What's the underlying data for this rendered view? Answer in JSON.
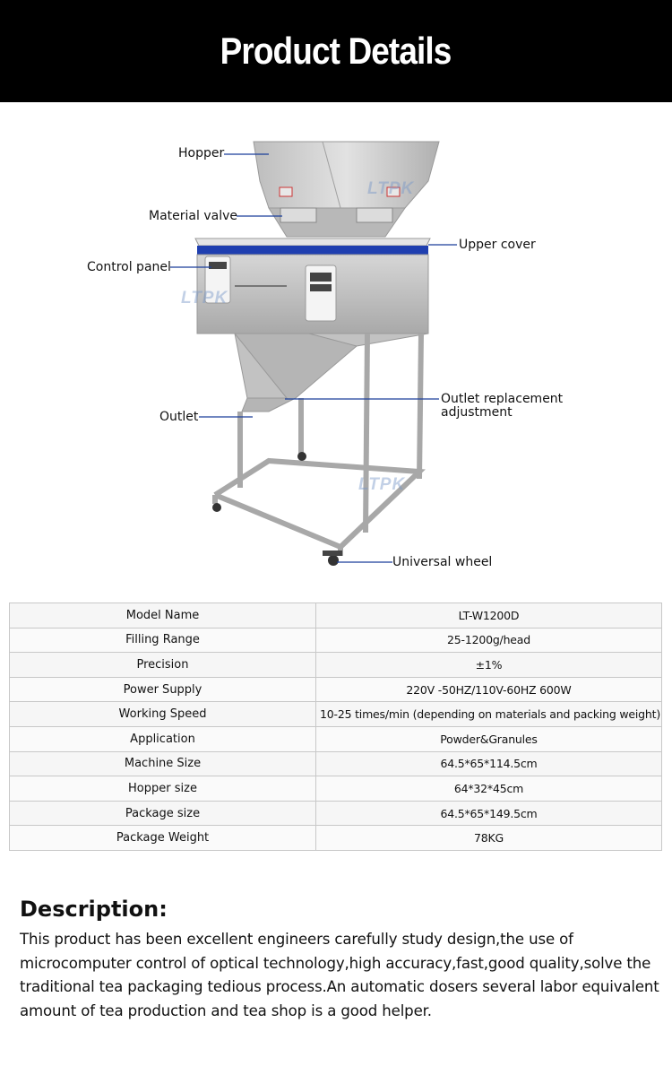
{
  "header": {
    "title": "Product Details"
  },
  "figure": {
    "watermark": "LTPK",
    "callouts": {
      "hopper": "Hopper",
      "material_valve": "Material valve",
      "control_panel": "Control panel",
      "outlet": "Outlet",
      "upper_cover": "Upper cover",
      "outlet_adjust_line1": "Outlet replacement",
      "outlet_adjust_line2": "adjustment",
      "universal_wheel": "Universal wheel"
    },
    "colors": {
      "callout_line": "#1b3f9a",
      "machine_body": "#c9c9c9",
      "blue_stripe": "#1f3fb0"
    }
  },
  "specs": {
    "rows": [
      {
        "label": "Model Name",
        "value": "LT-W1200D"
      },
      {
        "label": "Filling Range",
        "value": "25-1200g/head"
      },
      {
        "label": "Precision",
        "value": "±1%"
      },
      {
        "label": "Power Supply",
        "value": "220V -50HZ/110V-60HZ 600W"
      },
      {
        "label": "Working Speed",
        "value": "10-25 times/min (depending on materials and packing weight)"
      },
      {
        "label": "Application",
        "value": "Powder&Granules"
      },
      {
        "label": "Machine Size",
        "value": "64.5*65*114.5cm"
      },
      {
        "label": "Hopper size",
        "value": "64*32*45cm"
      },
      {
        "label": "Package size",
        "value": "64.5*65*149.5cm"
      },
      {
        "label": "Package Weight",
        "value": "78KG"
      }
    ]
  },
  "description": {
    "title": "Description:",
    "body": "This product has been excellent engineers carefully study design,the use of microcomputer control of optical technology,high accuracy,fast,good quality,solve the traditional tea packaging tedious process.An automatic dosers several labor equivalent amount of tea production and tea shop is a good helper."
  }
}
